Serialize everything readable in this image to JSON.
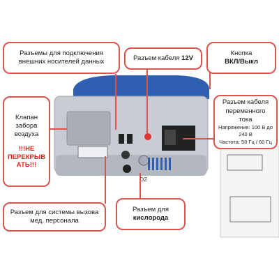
{
  "callouts": {
    "media_ports": {
      "line1": "Разъемы для подключения",
      "line2": "внешних носителей данных"
    },
    "cable_12v": {
      "text": "Разъем кабеля ",
      "bold": "12V"
    },
    "power_button": {
      "line1": "Кнопка",
      "bold": "ВКЛ/Выкл"
    },
    "air_valve": {
      "line1": "Клапан",
      "line2": "забора",
      "line3": "воздуха",
      "warning1": "!!!НЕ",
      "warning2": "ПЕРЕКРЫВ",
      "warning3": "АТЬ!!!"
    },
    "ac_cable": {
      "line1": "Разъем кабеля",
      "line2": "переменного",
      "line3": "тока",
      "voltage": "Напряжение: 100 В до",
      "voltage2": "240 В",
      "frequency": "Частота: 50 Гц / 60 Гц"
    },
    "nurse_call": {
      "line1": "Разъем для системы вызова",
      "line2": "мед. персонала"
    },
    "oxygen": {
      "line1": "Разъем для",
      "bold": "кислорода"
    }
  },
  "device_labels": {
    "o2": "O2"
  },
  "colors": {
    "accent": "#d9534f",
    "warning": "#e0201b",
    "device_body": "#c8ccd3",
    "device_top": "#2f5fb0"
  }
}
